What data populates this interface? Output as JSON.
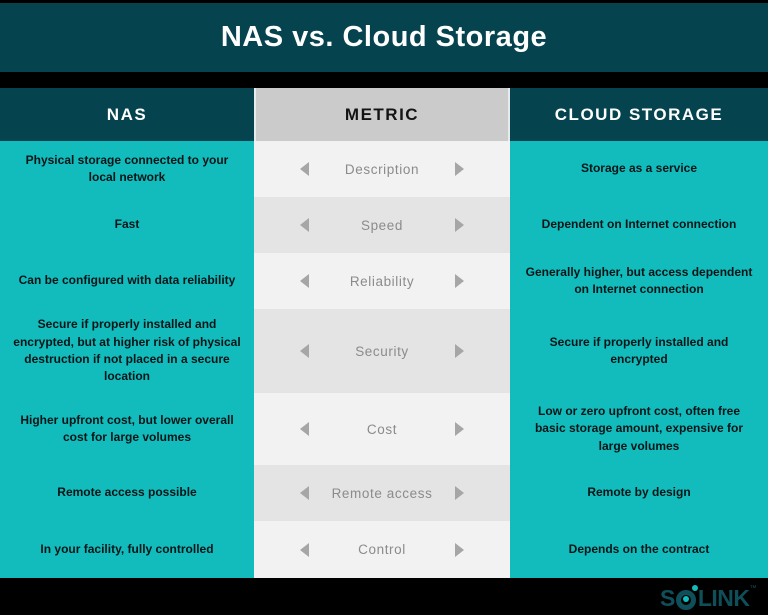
{
  "title": "NAS vs. Cloud Storage",
  "columns": {
    "nas": "NAS",
    "metric": "METRIC",
    "cloud": "CLOUD STORAGE"
  },
  "rows": [
    {
      "metric": "Description",
      "nas": "Physical storage connected to your local network",
      "cloud": "Storage as a service"
    },
    {
      "metric": "Speed",
      "nas": "Fast",
      "cloud": "Dependent on Internet connection"
    },
    {
      "metric": "Reliability",
      "nas": "Can be configured with data reliability",
      "cloud": "Generally higher, but access dependent on Internet connection"
    },
    {
      "metric": "Security",
      "nas": "Secure if properly installed and encrypted, but at higher risk of physical destruction if not placed in a secure location",
      "cloud": "Secure if properly installed and encrypted"
    },
    {
      "metric": "Cost",
      "nas": "Higher upfront cost, but lower overall cost for large volumes",
      "cloud": "Low or zero upfront cost, often free basic storage amount, expensive for large volumes"
    },
    {
      "metric": "Remote access",
      "nas": "Remote access possible",
      "cloud": "Remote by design"
    },
    {
      "metric": "Control",
      "nas": "In your facility, fully controlled",
      "cloud": "Depends on the contract"
    }
  ],
  "logo": {
    "name": "SOLINK",
    "s": "S",
    "rest": "LINK",
    "tm": "™"
  },
  "colors": {
    "dark_teal": "#05434f",
    "body_teal": "#12bcbd",
    "header_gray": "#cbcbcb",
    "row_light": "#f2f2f2",
    "row_dark": "#e4e4e4",
    "metric_text": "#8b8b8b",
    "background": "#000000"
  }
}
